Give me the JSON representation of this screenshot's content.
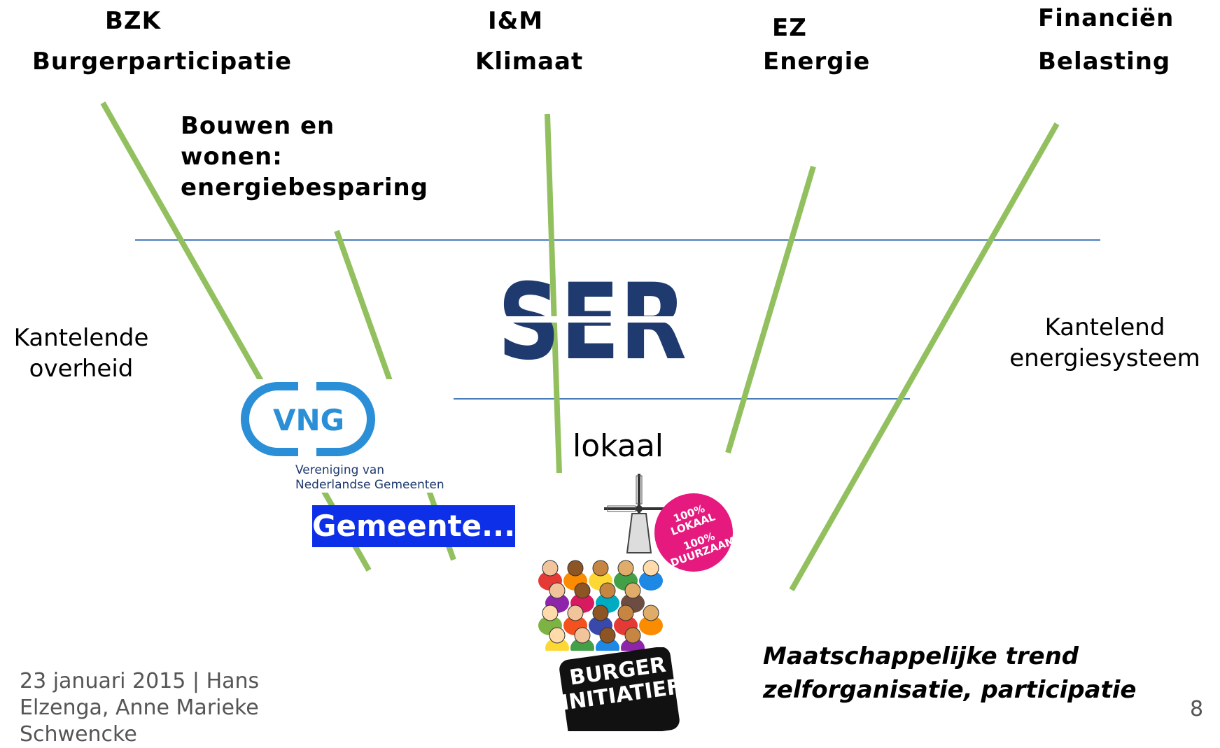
{
  "ministries": [
    {
      "abbr": "BZK",
      "topic": "Burgerparticipatie"
    },
    {
      "abbr": "I&M",
      "topic": "Klimaat"
    },
    {
      "abbr": "EZ",
      "topic": "Energie"
    },
    {
      "abbr": "Financiën",
      "topic": "Belasting"
    }
  ],
  "bouwen": {
    "line1": "Bouwen en",
    "line2": "wonen:",
    "line3": "energiebesparing"
  },
  "left_label": {
    "line1": "Kantelende",
    "line2": "overheid"
  },
  "right_label": {
    "line1": "Kantelend",
    "line2": "energiesysteem"
  },
  "ser_logo": "SER",
  "lokaal": "lokaal",
  "vng": {
    "abbr": "VNG",
    "line1": "Vereniging van",
    "line2": "Nederlandse Gemeenten"
  },
  "gemeente_badge": "Gemeente...",
  "lokaal_badge": {
    "line1": "100%",
    "line2": "LOKAAL",
    "line3": "100%",
    "line4": "DUURZAAM"
  },
  "burger_badge": {
    "line1": "BURGER",
    "line2": "INITIATIEF"
  },
  "trend": {
    "line1": "Maatschappelijke trend",
    "line2": "zelforganisatie, participatie"
  },
  "footer": {
    "line1": "23 januari 2015 | Hans",
    "line2": "Elzenga, Anne Marieke",
    "line3": "Schwencke"
  },
  "page_number": "8",
  "colors": {
    "green": "#92C05E",
    "blue_line": "#4A7EBB",
    "ser_navy": "#1F3A6E",
    "vng_blue": "#2A8FD6",
    "gemeente_blue": "#0D2FE8",
    "magenta": "#E6197F"
  }
}
